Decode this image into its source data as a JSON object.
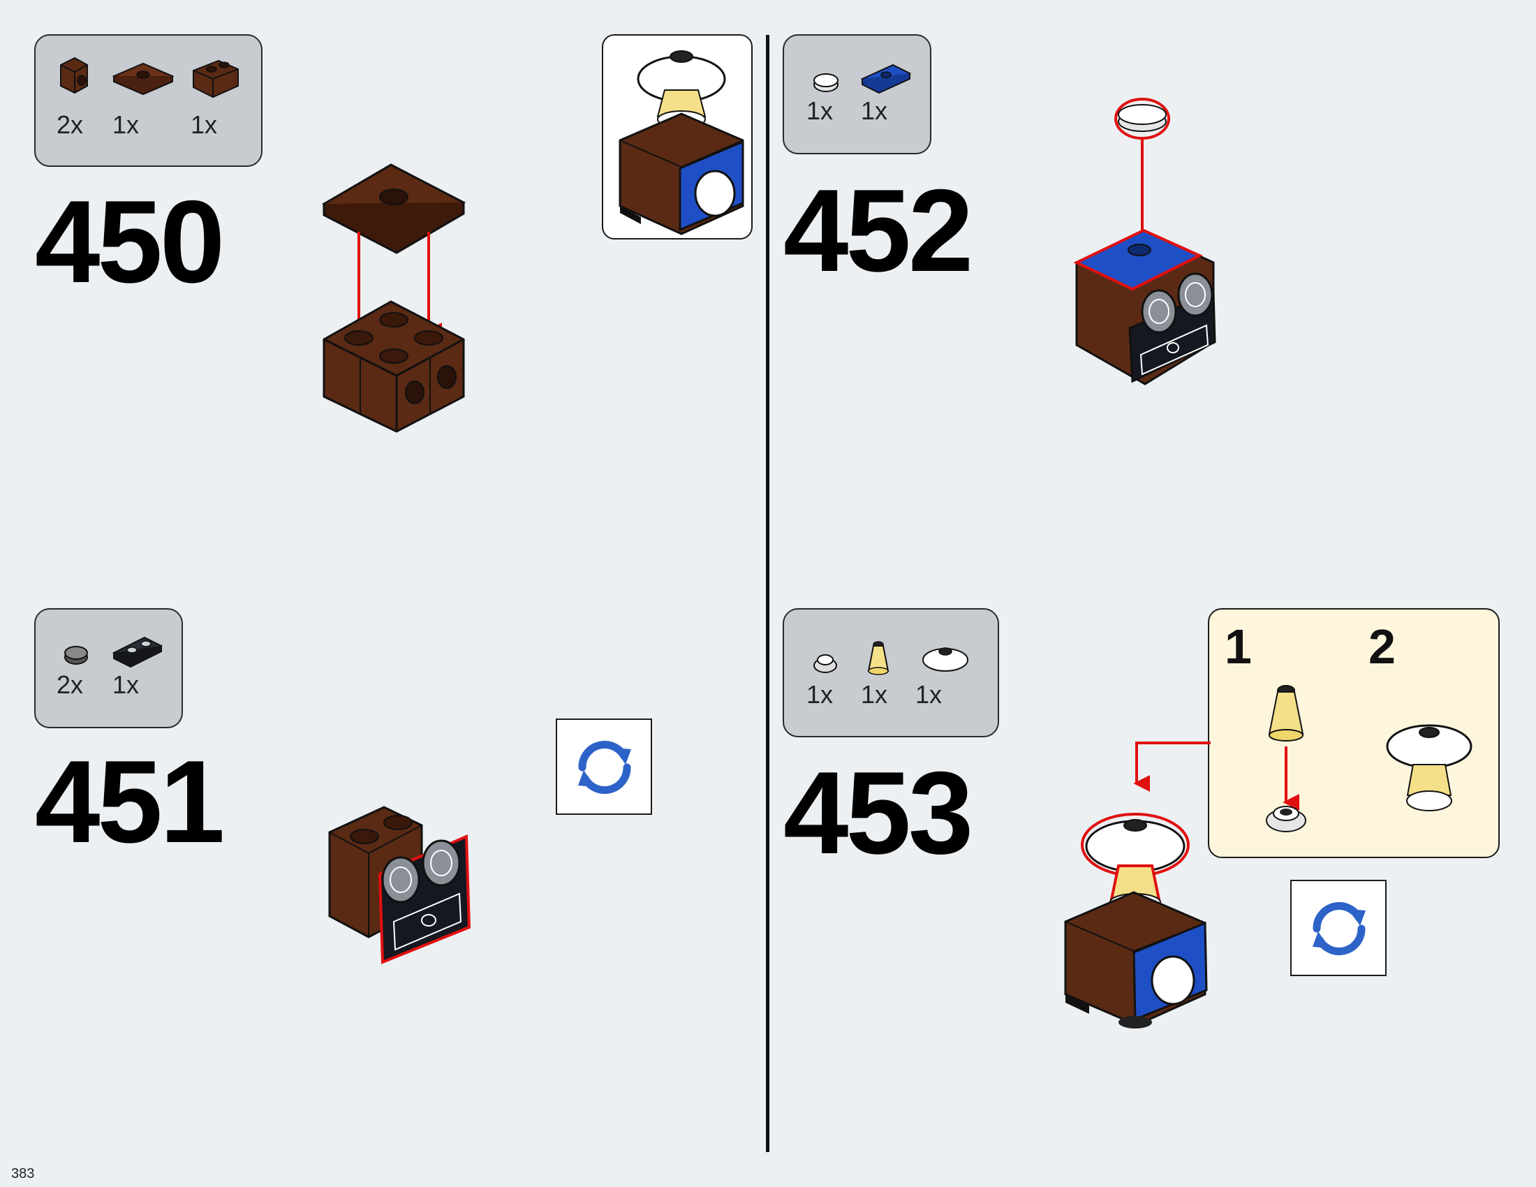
{
  "page_number": "383",
  "steps": [
    {
      "number": "450",
      "parts": [
        {
          "icon": "brown-brick-1x1-with-stud-on-side",
          "qty": "2x"
        },
        {
          "icon": "brown-plate-2x2-jumper",
          "qty": "1x"
        },
        {
          "icon": "brown-brick-1x2",
          "qty": "1x"
        }
      ]
    },
    {
      "number": "451",
      "parts": [
        {
          "icon": "dark-gray-round-tile-1x1",
          "qty": "2x"
        },
        {
          "icon": "black-plate-1x2",
          "qty": "1x"
        }
      ]
    },
    {
      "number": "452",
      "parts": [
        {
          "icon": "white-round-tile-1x1",
          "qty": "1x"
        },
        {
          "icon": "blue-plate-1x2-jumper",
          "qty": "1x"
        }
      ]
    },
    {
      "number": "453",
      "parts": [
        {
          "icon": "white-round-plate-1x1",
          "qty": "1x"
        },
        {
          "icon": "trans-yellow-cone-1x1",
          "qty": "1x"
        },
        {
          "icon": "white-dish-2x2",
          "qty": "1x"
        }
      ],
      "substeps": [
        "1",
        "2"
      ]
    }
  ],
  "colors": {
    "background": "#edf0f3",
    "parts_box": "#c8ccd0",
    "substep_box": "#fdf6dc",
    "brown": "#5a2a14",
    "blue": "#1f4fc4",
    "red_arrow": "#e01010",
    "trans_yellow": "#f5e08a",
    "rotate_icon": "#2d63c8"
  }
}
